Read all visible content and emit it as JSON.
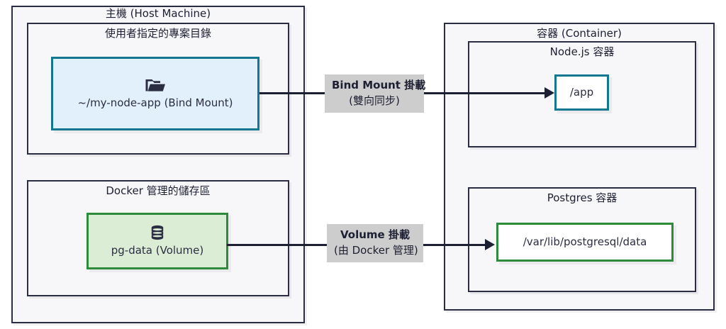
{
  "diagram": {
    "title_implicit": "Docker Bind Mount vs Volume",
    "host": {
      "title": "主機 (Host Machine)",
      "panels": [
        {
          "title": "使用者指定的專案目錄",
          "resource": {
            "icon": "folder-open-icon",
            "label": "~/my-node-app (Bind Mount)",
            "fill": "#e2f0fb",
            "border": "#13788f"
          }
        },
        {
          "title": "Docker 管理的儲存區",
          "resource": {
            "icon": "database-icon",
            "label": "pg-data (Volume)",
            "fill": "#dcedd6",
            "border": "#2e8b3c"
          }
        }
      ]
    },
    "container": {
      "title": "容器 (Container)",
      "panels": [
        {
          "title": "Node.js 容器",
          "resource": {
            "label": "/app",
            "fill": "#ffffff",
            "border": "#13788f"
          }
        },
        {
          "title": "Postgres 容器",
          "resource": {
            "label": "/var/lib/postgresql/data",
            "fill": "#ffffff",
            "border": "#2e8b3c"
          }
        }
      ]
    },
    "edges": [
      {
        "name": "bind-mount",
        "label_primary": "Bind Mount 掛載",
        "label_secondary": "(雙向同步)",
        "label_bg": "#cdcdcd",
        "stroke": "#1d1f33"
      },
      {
        "name": "volume-mount",
        "label_primary": "Volume 掛載",
        "label_secondary": "(由 Docker 管理)",
        "label_bg": "#cdcdcd",
        "stroke": "#1d1f33"
      }
    ],
    "palette": {
      "frame_border": "#2b2d42",
      "frame_fill": "#f7f7f9",
      "page_bg": "#ffffff",
      "text": "#2b2d42"
    }
  }
}
